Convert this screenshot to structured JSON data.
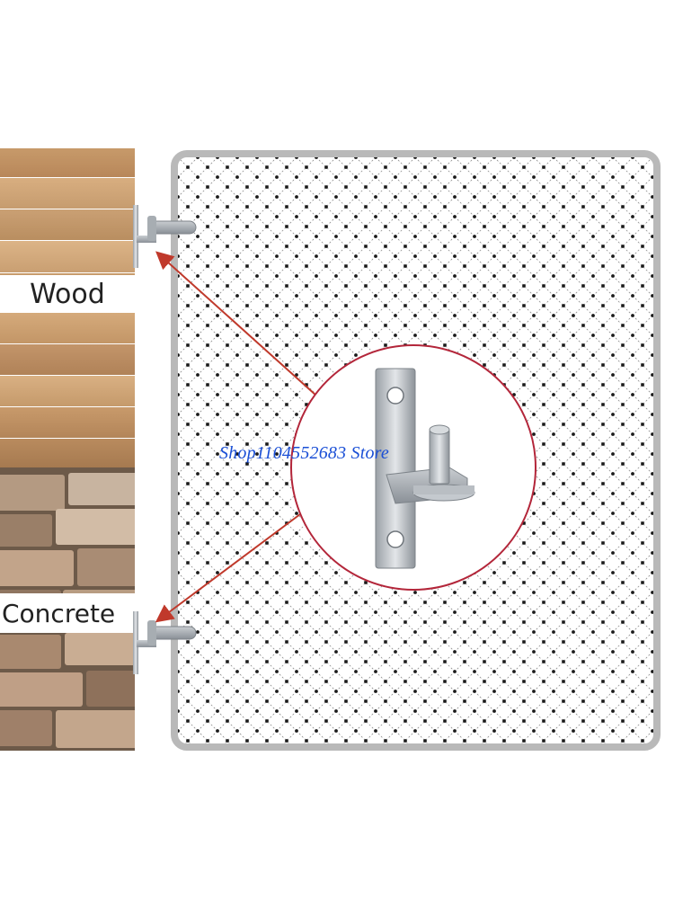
{
  "labels": {
    "wood": "Wood",
    "concrete": "Concrete"
  },
  "watermark": "Shop1104552683 Store",
  "colors": {
    "arrow": "#c0392b",
    "frame": "#b9b9b9",
    "watermark": "#1a4fd6",
    "mesh_line": "#8a8a8a",
    "mesh_dot": "#1a1a1a"
  },
  "icons": {
    "hinge": "gate-hinge-pin-icon"
  }
}
